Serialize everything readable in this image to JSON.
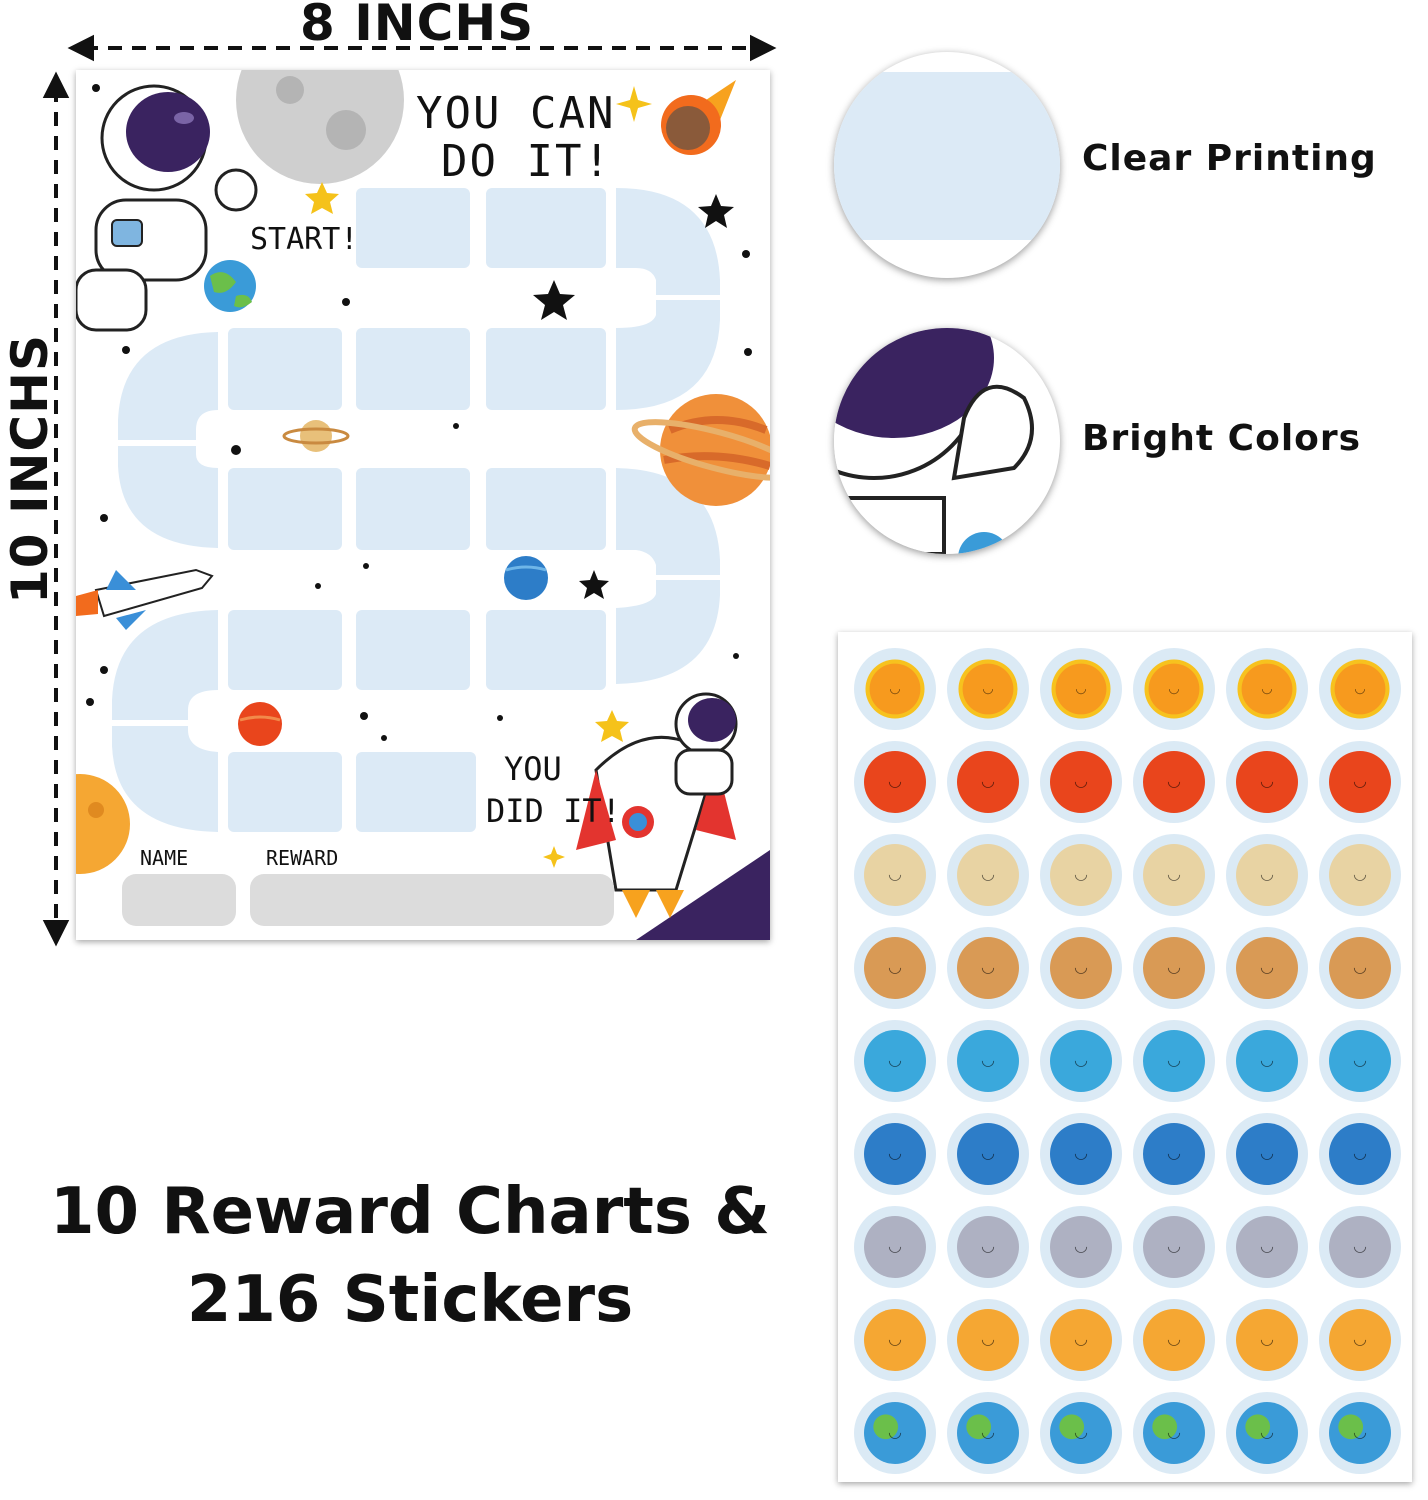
{
  "dimensions": {
    "width_label": "8 INCHS",
    "height_label": "10 INCHS"
  },
  "chart": {
    "title_line1": "YOU CAN",
    "title_line2": "DO IT!",
    "start_label": "START!",
    "end_line1": "YOU",
    "end_line2": "DID IT!",
    "name_label": "NAME",
    "reward_label": "REWARD",
    "track_color": "#dceaf6",
    "field_color": "#dcdcdc"
  },
  "features": [
    {
      "label": "Clear Printing",
      "icon": "clear-printing-sample"
    },
    {
      "label": "Bright Colors",
      "icon": "bright-colors-astronaut-sample"
    }
  ],
  "headline": {
    "line1": "10 Reward Charts &",
    "line2": "216 Stickers"
  },
  "sticker_sheet": {
    "rows": [
      {
        "kind": "sun",
        "color": "#f79a1e"
      },
      {
        "kind": "mars",
        "color": "#e9451c"
      },
      {
        "kind": "jupiter",
        "color": "#e8d3a3"
      },
      {
        "kind": "saturn",
        "color": "#d99a55"
      },
      {
        "kind": "uranus",
        "color": "#3aa8dc"
      },
      {
        "kind": "neptune",
        "color": "#2d7dc8"
      },
      {
        "kind": "moon",
        "color": "#aeb1c2"
      },
      {
        "kind": "venus",
        "color": "#f5a733"
      },
      {
        "kind": "earth",
        "color": "#3a9bd8"
      }
    ],
    "columns": 6
  }
}
